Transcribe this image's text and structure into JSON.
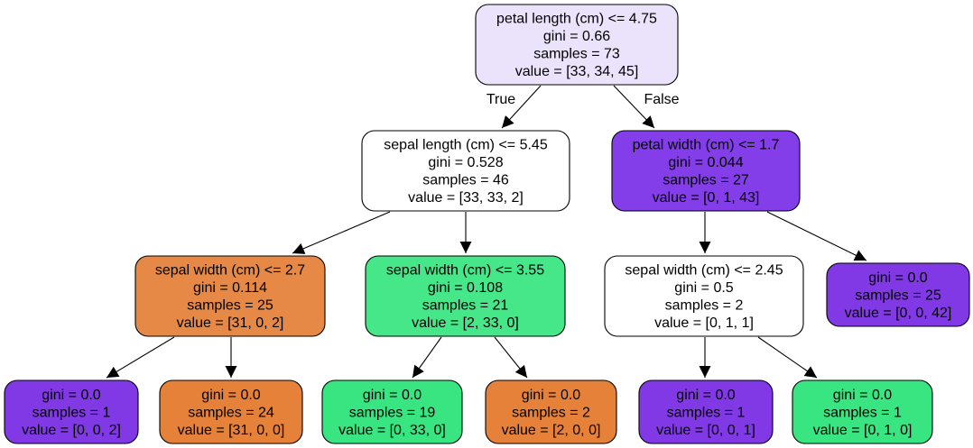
{
  "tree": {
    "nodes": [
      {
        "id": "n0",
        "lines": [
          "petal length (cm) <= 4.75",
          "gini = 0.66",
          "samples = 73",
          "value = [33, 34, 45]"
        ],
        "fill": "#ebe3fb"
      },
      {
        "id": "n1",
        "lines": [
          "sepal length (cm) <= 5.45",
          "gini = 0.528",
          "samples = 46",
          "value = [33, 33, 2]"
        ],
        "fill": "#ffffff"
      },
      {
        "id": "n2",
        "lines": [
          "petal width (cm) <= 1.7",
          "gini = 0.044",
          "samples = 27",
          "value = [0, 1, 43]"
        ],
        "fill": "#843ee9"
      },
      {
        "id": "n3",
        "lines": [
          "sepal width (cm) <= 2.7",
          "gini = 0.114",
          "samples = 25",
          "value = [31, 0, 2]"
        ],
        "fill": "#e78946"
      },
      {
        "id": "n4",
        "lines": [
          "sepal width (cm) <= 3.55",
          "gini = 0.108",
          "samples = 21",
          "value = [2, 33, 0]"
        ],
        "fill": "#45e788"
      },
      {
        "id": "n5",
        "lines": [
          "sepal width (cm) <= 2.45",
          "gini = 0.5",
          "samples = 2",
          "value = [0, 1, 1]"
        ],
        "fill": "#ffffff"
      },
      {
        "id": "n6",
        "lines": [
          "gini = 0.0",
          "samples = 25",
          "value = [0, 0, 42]"
        ],
        "fill": "#8139e5"
      },
      {
        "id": "n7",
        "lines": [
          "gini = 0.0",
          "samples = 1",
          "value = [0, 0, 2]"
        ],
        "fill": "#8139e5"
      },
      {
        "id": "n8",
        "lines": [
          "gini = 0.0",
          "samples = 24",
          "value = [31, 0, 0]"
        ],
        "fill": "#e58139"
      },
      {
        "id": "n9",
        "lines": [
          "gini = 0.0",
          "samples = 19",
          "value = [0, 33, 0]"
        ],
        "fill": "#39e581"
      },
      {
        "id": "n10",
        "lines": [
          "gini = 0.0",
          "samples = 2",
          "value = [2, 0, 0]"
        ],
        "fill": "#e58139"
      },
      {
        "id": "n11",
        "lines": [
          "gini = 0.0",
          "samples = 1",
          "value = [0, 0, 1]"
        ],
        "fill": "#8139e5"
      },
      {
        "id": "n12",
        "lines": [
          "gini = 0.0",
          "samples = 1",
          "value = [0, 1, 0]"
        ],
        "fill": "#39e581"
      }
    ],
    "edges": [
      {
        "from": "n0",
        "to": "n1",
        "label": "True"
      },
      {
        "from": "n0",
        "to": "n2",
        "label": "False"
      },
      {
        "from": "n1",
        "to": "n3",
        "label": ""
      },
      {
        "from": "n1",
        "to": "n4",
        "label": ""
      },
      {
        "from": "n2",
        "to": "n5",
        "label": ""
      },
      {
        "from": "n2",
        "to": "n6",
        "label": ""
      },
      {
        "from": "n3",
        "to": "n7",
        "label": ""
      },
      {
        "from": "n3",
        "to": "n8",
        "label": ""
      },
      {
        "from": "n4",
        "to": "n9",
        "label": ""
      },
      {
        "from": "n4",
        "to": "n10",
        "label": ""
      },
      {
        "from": "n5",
        "to": "n11",
        "label": ""
      },
      {
        "from": "n5",
        "to": "n12",
        "label": ""
      }
    ]
  }
}
